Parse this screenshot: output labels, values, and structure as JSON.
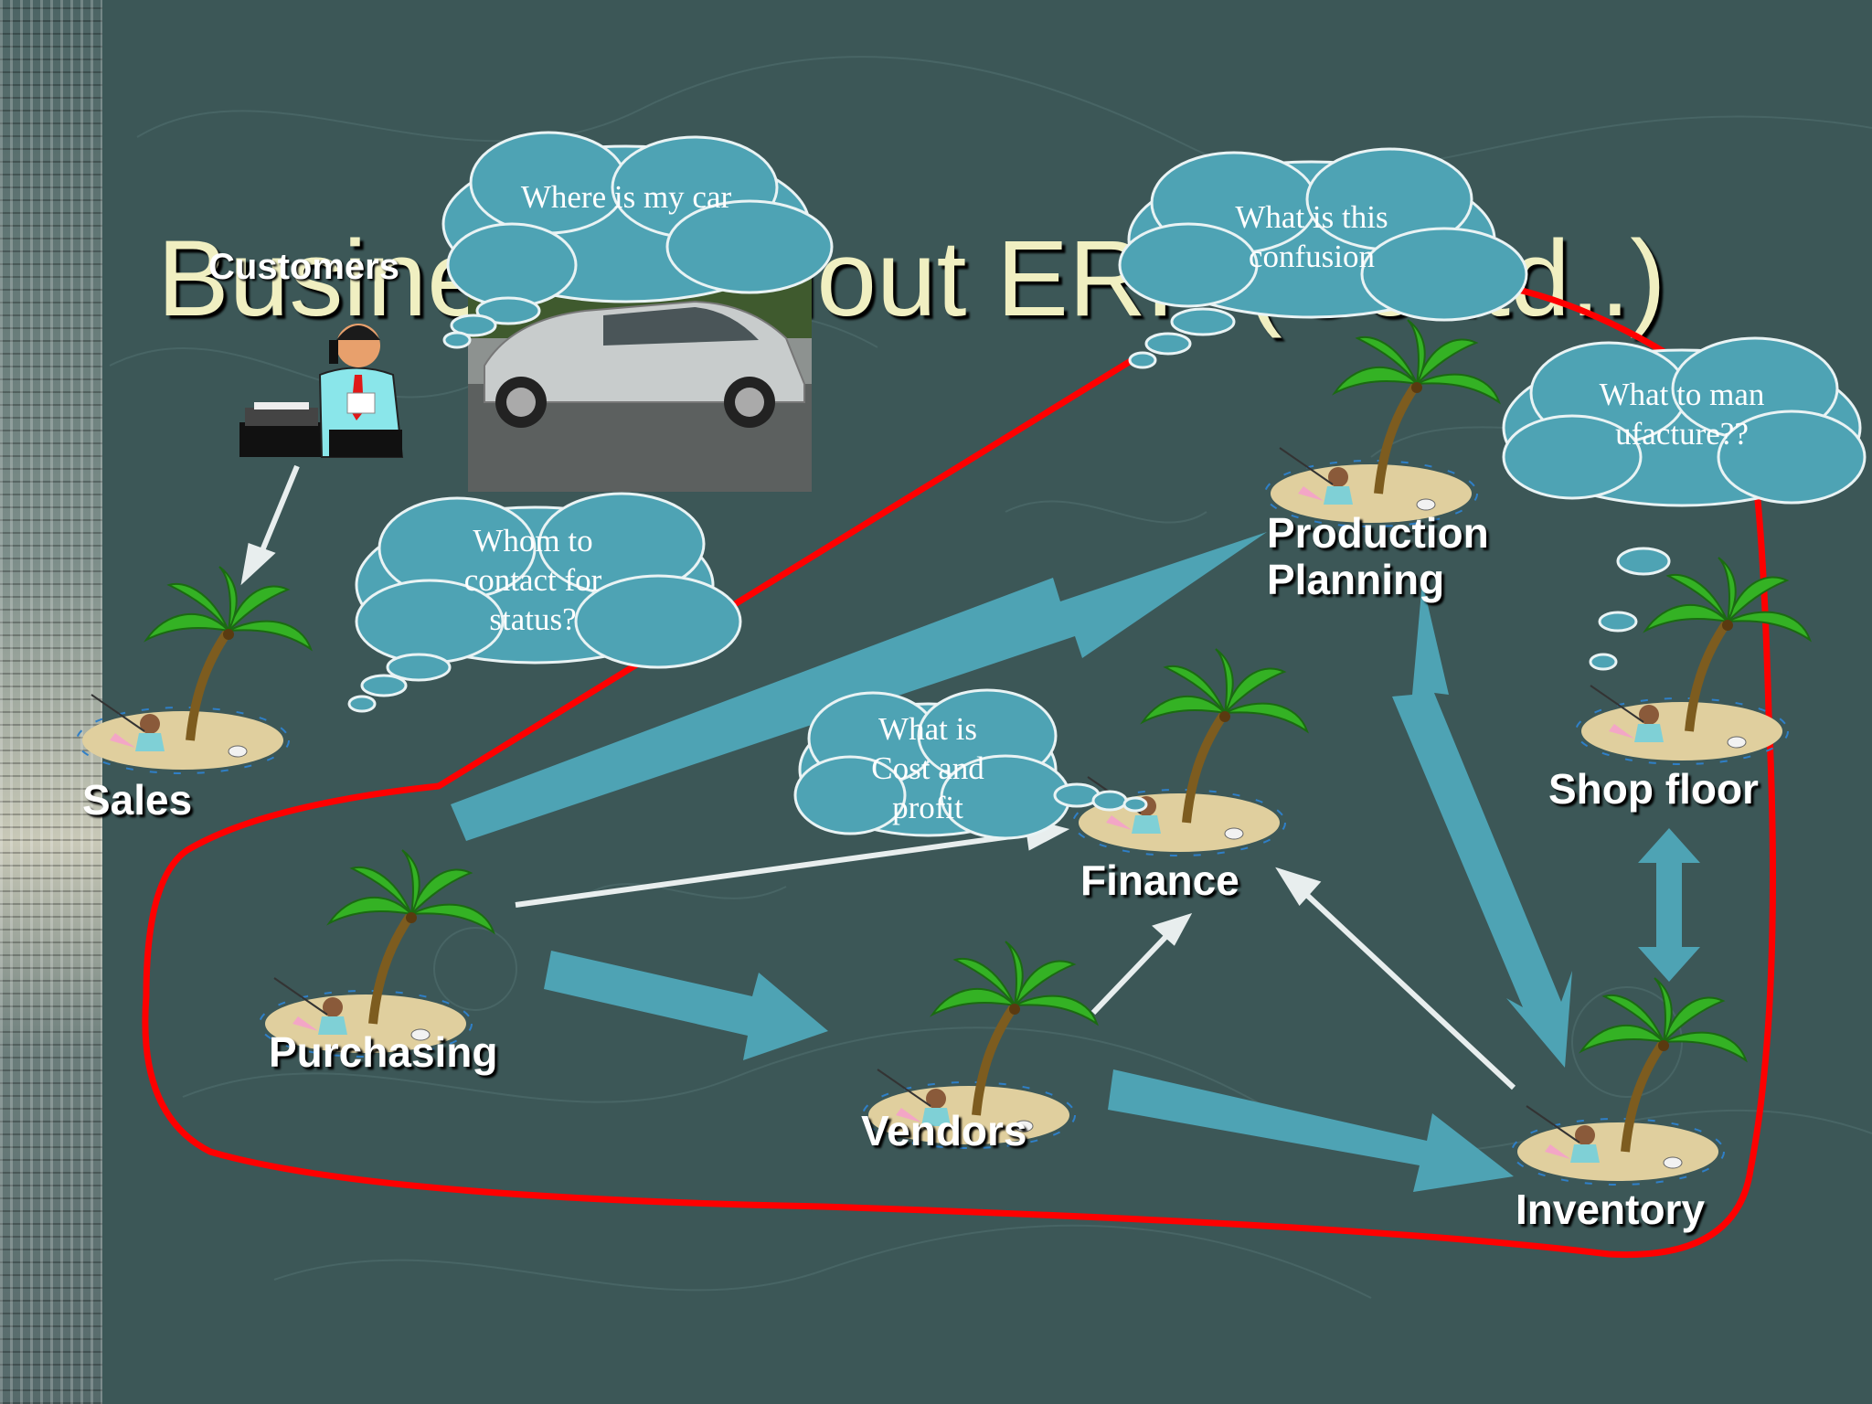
{
  "slide_title": "Business without ERP (Contd..)",
  "customers_label": "Customers",
  "islands": {
    "sales": "Sales",
    "purchasing": "Purchasing",
    "vendors": "Vendors",
    "finance": "Finance",
    "production_planning": "Production Planning",
    "shop_floor": "Shop floor",
    "inventory": "Inventory"
  },
  "thought_bubbles": {
    "car": "Where is my car",
    "status": "Whom to contact for status?",
    "confusion": "What is this confusion",
    "manufacture": "What to manufacture??",
    "cost": "What is Cost and profit"
  },
  "colors": {
    "background": "#3c5757",
    "arrow": "#4ea3b4",
    "cloud": "#4ea3b4",
    "boundary": "#ff0000",
    "title": "#f0efc1"
  }
}
